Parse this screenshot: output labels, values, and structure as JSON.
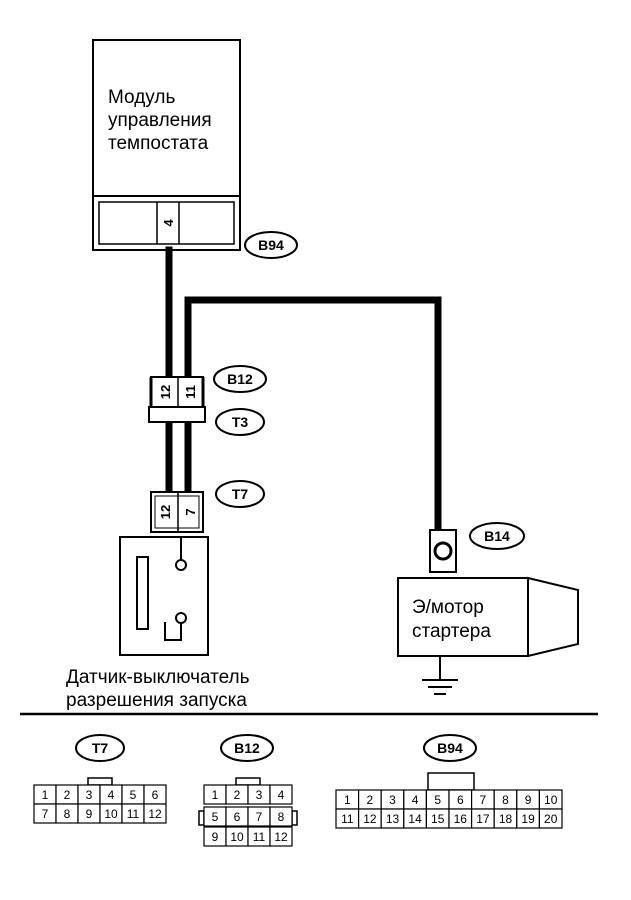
{
  "module": {
    "lines": [
      "Модуль",
      "управления",
      "темпостата"
    ],
    "pin": "4",
    "connector": "B94"
  },
  "connectors": {
    "b12_label": "B12",
    "t3_label": "T3",
    "b12_t3_pins": [
      "12",
      "11"
    ],
    "t7_label": "T7",
    "t7_pins": [
      "12",
      "7"
    ],
    "b14_label": "B14"
  },
  "starter": {
    "lines": [
      "Э/мотор",
      "стартера"
    ]
  },
  "sensor": {
    "lines": [
      "Датчик-выключатель",
      "разрешения запуска"
    ]
  },
  "legend": {
    "t7": {
      "title": "T7",
      "row1": [
        "1",
        "2",
        "3",
        "4",
        "5",
        "6"
      ],
      "row2": [
        "7",
        "8",
        "9",
        "10",
        "11",
        "12"
      ]
    },
    "b12": {
      "title": "B12",
      "row1": [
        "1",
        "2",
        "3",
        "4"
      ],
      "row2": [
        "5",
        "6",
        "7",
        "8"
      ],
      "row3": [
        "9",
        "10",
        "11",
        "12"
      ]
    },
    "b94": {
      "title": "B94",
      "row1": [
        "1",
        "2",
        "3",
        "4",
        "5",
        "6",
        "7",
        "8",
        "9",
        "10"
      ],
      "row2": [
        "11",
        "12",
        "13",
        "14",
        "15",
        "16",
        "17",
        "18",
        "19",
        "20"
      ]
    }
  }
}
